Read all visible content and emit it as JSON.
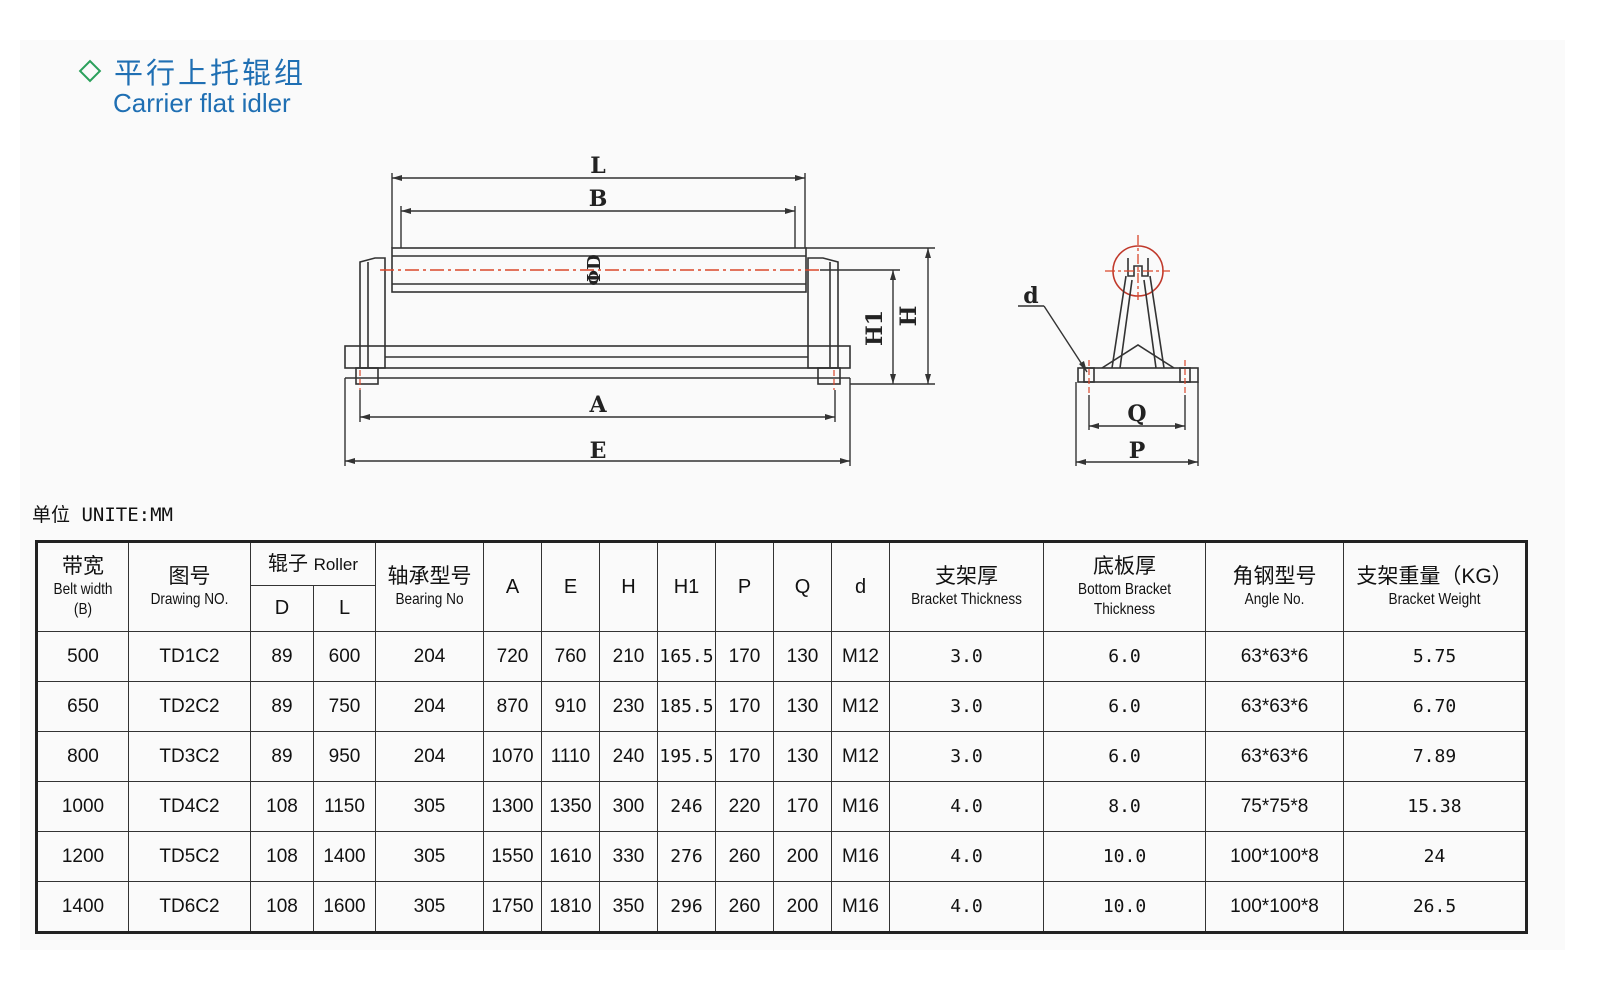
{
  "title": {
    "cn": "平行上托辊组",
    "en": "Carrier flat idler"
  },
  "drawing_labels": {
    "L": "L",
    "B": "B",
    "D": "ΦD",
    "H1": "H1",
    "H": "H",
    "A": "A",
    "E": "E",
    "d": "d",
    "Q": "Q",
    "P": "P"
  },
  "unit": "单位 UNITE:MM",
  "table": {
    "headers": {
      "belt_width_cn": "带宽",
      "belt_width_en": "Belt width",
      "belt_width_sym": "(B)",
      "drawing_no_cn": "图号",
      "drawing_no_en": "Drawing NO.",
      "roller_cn": "辊子",
      "roller_en": "Roller",
      "roller_D": "D",
      "roller_L": "L",
      "bearing_cn": "轴承型号",
      "bearing_en": "Bearing No",
      "A": "A",
      "E": "E",
      "H": "H",
      "H1": "H1",
      "P": "P",
      "Q": "Q",
      "d": "d",
      "bracket_thk_cn": "支架厚",
      "bracket_thk_en": "Bracket Thickness",
      "bottom_cn": "底板厚",
      "bottom_en1": "Bottom Bracket",
      "bottom_en2": "Thickness",
      "angle_cn": "角钢型号",
      "angle_en": "Angle No.",
      "weight_cn": "支架重量（KG）",
      "weight_en": "Bracket Weight"
    },
    "rows": [
      [
        "500",
        "TD1C2",
        "89",
        "600",
        "204",
        "720",
        "760",
        "210",
        "165.5",
        "170",
        "130",
        "M12",
        "3.0",
        "6.0",
        "63*63*6",
        "5.75"
      ],
      [
        "650",
        "TD2C2",
        "89",
        "750",
        "204",
        "870",
        "910",
        "230",
        "185.5",
        "170",
        "130",
        "M12",
        "3.0",
        "6.0",
        "63*63*6",
        "6.70"
      ],
      [
        "800",
        "TD3C2",
        "89",
        "950",
        "204",
        "1070",
        "1110",
        "240",
        "195.5",
        "170",
        "130",
        "M12",
        "3.0",
        "6.0",
        "63*63*6",
        "7.89"
      ],
      [
        "1000",
        "TD4C2",
        "108",
        "1150",
        "305",
        "1300",
        "1350",
        "300",
        "246",
        "220",
        "170",
        "M16",
        "4.0",
        "8.0",
        "75*75*8",
        "15.38"
      ],
      [
        "1200",
        "TD5C2",
        "108",
        "1400",
        "305",
        "1550",
        "1610",
        "330",
        "276",
        "260",
        "200",
        "M16",
        "4.0",
        "10.0",
        "100*100*8",
        "24"
      ],
      [
        "1400",
        "TD6C2",
        "108",
        "1600",
        "305",
        "1750",
        "1810",
        "350",
        "296",
        "260",
        "200",
        "M16",
        "4.0",
        "10.0",
        "100*100*8",
        "26.5"
      ]
    ]
  },
  "colors": {
    "title": "#1f6fb3",
    "diamond": "#2aa05b",
    "centerline": "#d9472b"
  }
}
